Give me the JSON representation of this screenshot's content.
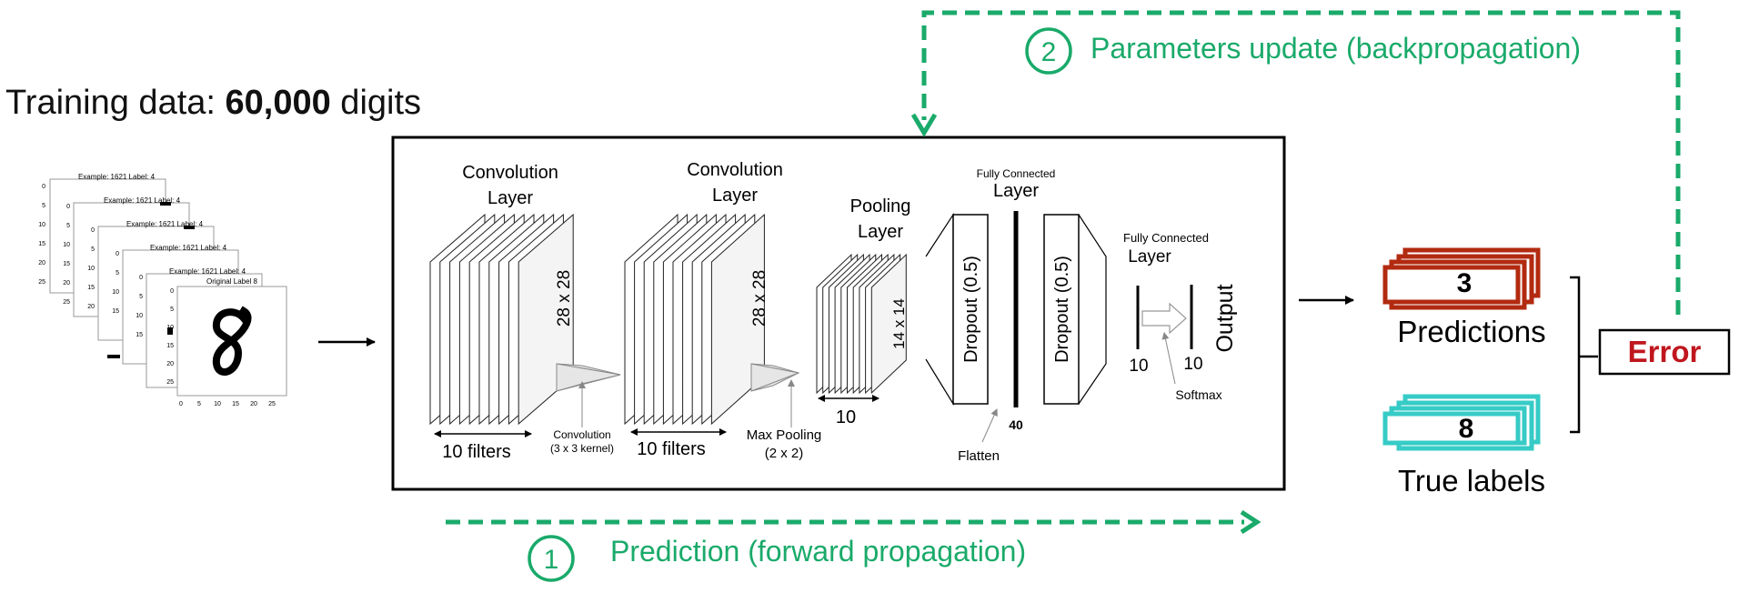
{
  "heading": {
    "prefix": "Training data: ",
    "count": "60,000",
    "suffix": " digits"
  },
  "thumbnails": {
    "titles": [
      "Example: 1621  Label: 4",
      "Example: 1621  Label: 4",
      "Example: 1621  Label: 4",
      "Example: 1621  Label: 4",
      "Example: 1621  Label: 4"
    ],
    "front_title": "Original Label 8",
    "y_ticks": [
      "0",
      "5",
      "10",
      "15",
      "20",
      "25"
    ],
    "x_ticks": [
      "0",
      "5",
      "10",
      "15",
      "20",
      "25"
    ]
  },
  "network": {
    "conv1": {
      "title_line1": "Convolution",
      "title_line2": "Layer",
      "size": "28 x 28",
      "count": "10 filters"
    },
    "conv_op": {
      "line1": "Convolution",
      "line2": "(3 x 3 kernel)"
    },
    "conv2": {
      "title_line1": "Convolution",
      "title_line2": "Layer",
      "size": "28 x 28",
      "count": "10 filters"
    },
    "pool_op": {
      "line1": "Max Pooling",
      "line2": "(2 x 2)"
    },
    "pool": {
      "title_line1": "Pooling",
      "title_line2": "Layer",
      "size": "14 x 14",
      "count": "10"
    },
    "fc1": {
      "title_line1": "Fully Connected",
      "title_line2": "Layer",
      "dropout_a": "Dropout (0.5)",
      "dropout_b": "Dropout (0.5)",
      "width": "40",
      "flatten": "Flatten"
    },
    "fc2": {
      "title_line1": "Fully Connected",
      "title_line2": "Layer",
      "in": "10",
      "out": "10",
      "softmax": "Softmax",
      "output": "Output"
    }
  },
  "predictions": {
    "digit": "3",
    "label": "Predictions"
  },
  "true_labels": {
    "digit": "8",
    "label": "True labels"
  },
  "error": {
    "label": "Error"
  },
  "forward": {
    "step": "1",
    "label": "Prediction (forward propagation)"
  },
  "backward": {
    "step": "2",
    "label": "Parameters update (backpropagation)"
  },
  "colors": {
    "green": "#1aaa6a",
    "red": "#b22a10",
    "teal": "#36cbc6",
    "error_text": "#c0171e"
  }
}
